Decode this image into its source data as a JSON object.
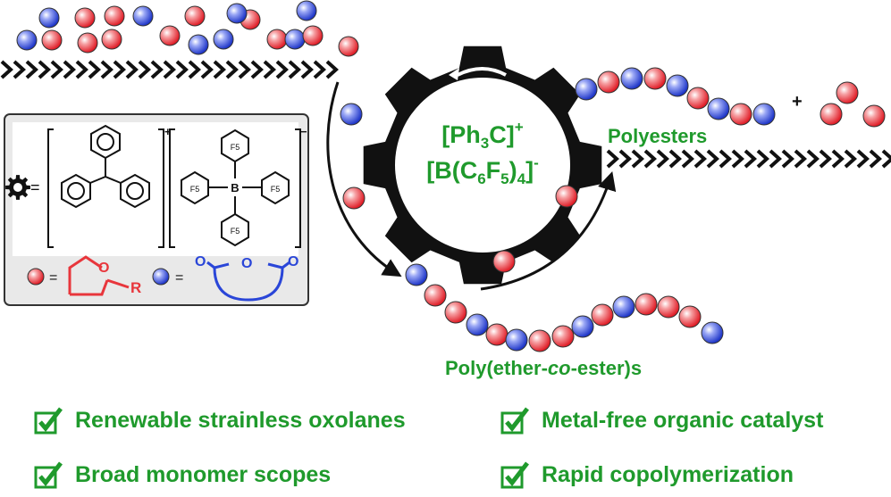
{
  "catalyst": {
    "cation_label": "[Ph",
    "cation_sub": "3",
    "cation_end": "C]",
    "cation_sup": "+",
    "anion_label": "[B(C",
    "anion_sub1": "6",
    "anion_mid": "F",
    "anion_sub2": "5",
    "anion_end": ")",
    "anion_sub3": "4",
    "anion_close": "]",
    "anion_sup": "-"
  },
  "legend": {
    "equals": "=",
    "plus_sign": "+",
    "minus_sign": "−",
    "f5_label": "F5",
    "ring_o": "O",
    "r_group": "R"
  },
  "products": {
    "polyesters": "Polyesters",
    "poly_ether_pre": "Poly(ether-",
    "poly_ether_co": "co",
    "poly_ether_post": "-ester)s",
    "plus": "+"
  },
  "features": [
    {
      "text": "Renewable strainless oxolanes"
    },
    {
      "text": "Metal-free organic catalyst"
    },
    {
      "text": "Broad monomer scopes"
    },
    {
      "text": "Rapid copolymerization"
    }
  ],
  "colors": {
    "oxolane": "#e8363c",
    "anhydride": "#2a46d8",
    "green": "#1f9a2c",
    "gear": "#111111"
  }
}
